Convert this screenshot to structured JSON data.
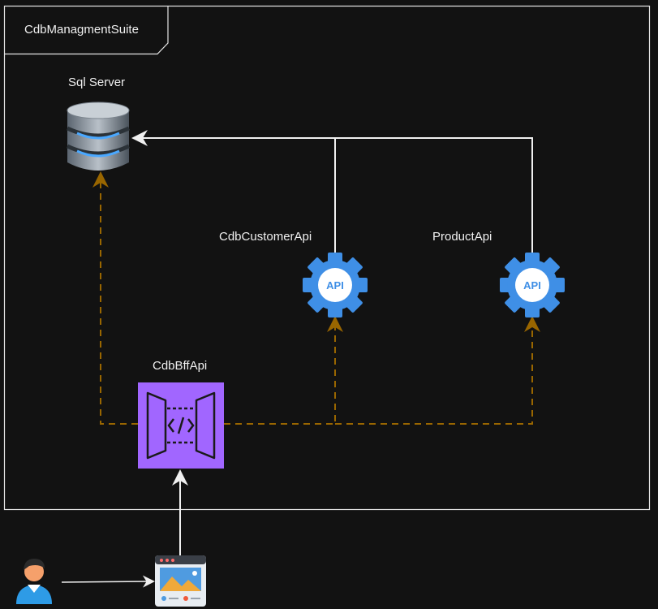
{
  "diagram": {
    "group_label": "CdbManagmentSuite",
    "nodes": {
      "sql_server": {
        "label": "Sql Server",
        "icon": "database-icon"
      },
      "customer_api": {
        "label": "CdbCustomerApi",
        "icon": "api-gear-icon"
      },
      "product_api": {
        "label": "ProductApi",
        "icon": "api-gear-icon"
      },
      "bff_api": {
        "label": "CdbBffApi",
        "icon": "api-gateway-icon"
      },
      "user": {
        "label": "",
        "icon": "user-avatar-icon"
      },
      "web_app": {
        "label": "",
        "icon": "web-app-icon"
      }
    },
    "colors": {
      "background": "#121212",
      "solid_edge": "#f0f0f0",
      "dashed_edge": "#996600",
      "api_gear": "#3f8fe6",
      "gateway": "#a166ff"
    }
  }
}
